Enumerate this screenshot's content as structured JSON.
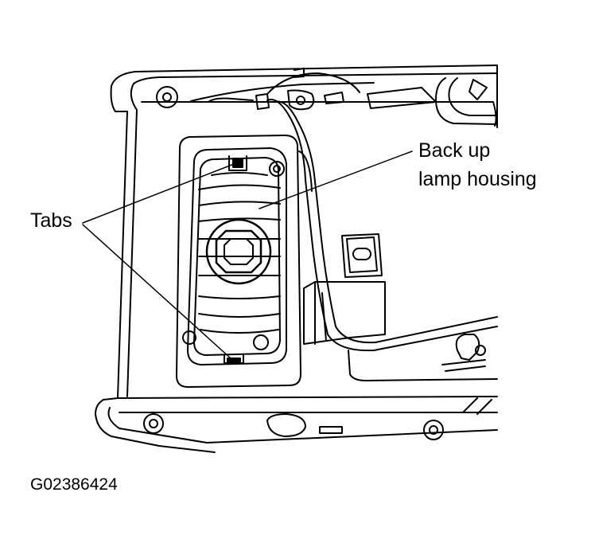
{
  "labels": {
    "housing_line1": "Back up",
    "housing_line2": "lamp housing",
    "tabs": "Tabs",
    "figure_id": "G02386424"
  },
  "colors": {
    "ink": "#000000",
    "paper": "#ffffff",
    "shade": "#d0d0d0"
  }
}
